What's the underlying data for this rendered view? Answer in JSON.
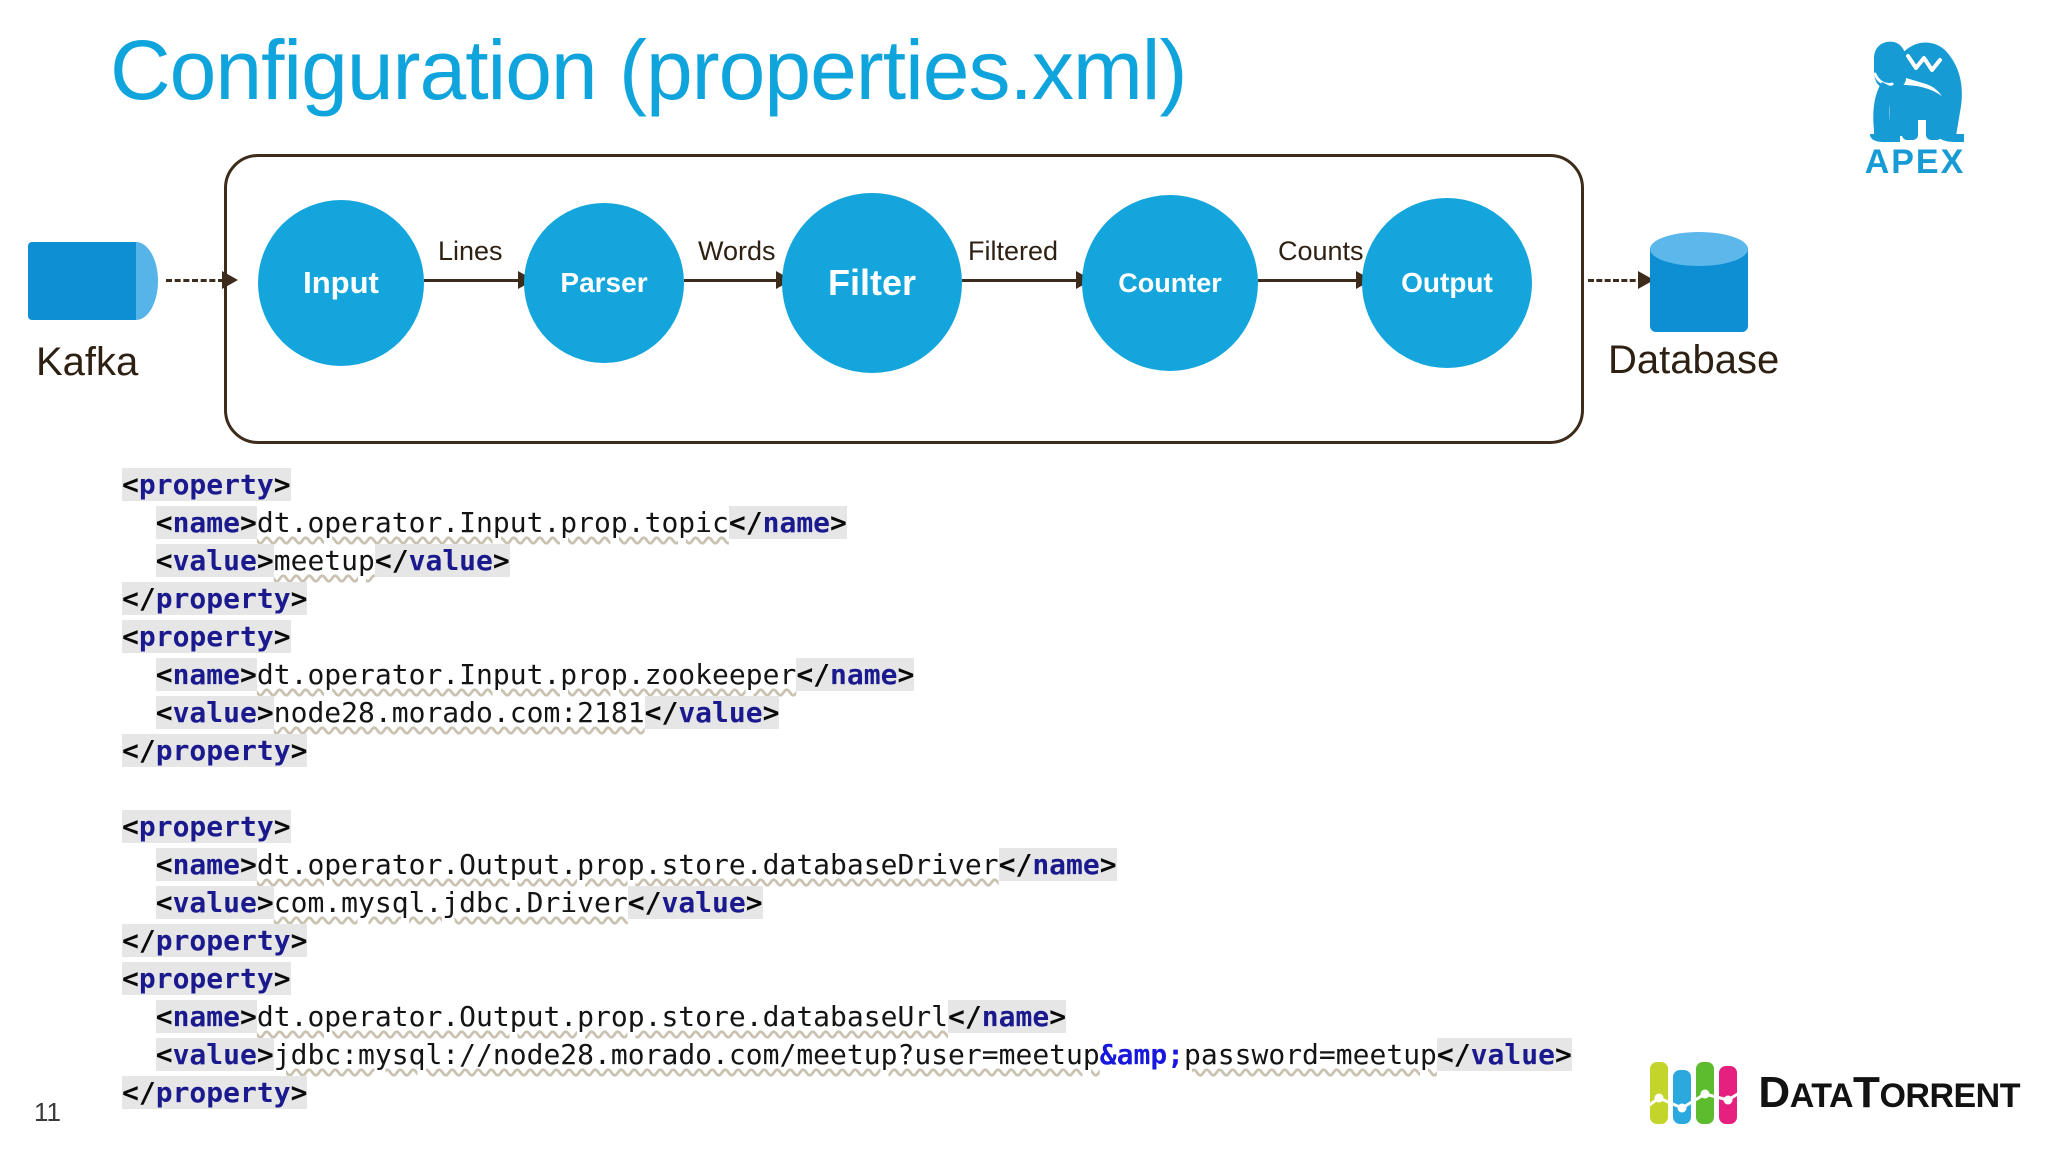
{
  "slide": {
    "title": "Configuration (properties.xml)",
    "page_number": "11",
    "title_color": "#0FA4DC"
  },
  "logo_apex": {
    "wordmark": "APEX",
    "color": "#169BD5",
    "icon": "gorilla-icon"
  },
  "logo_datatorrent": {
    "word_data": "D",
    "word_data_rest": "ATA",
    "word_torrent": "T",
    "word_torrent_rest": "ORRENT",
    "full": "DataTorrent",
    "bar_colors": [
      "#C3D52B",
      "#2BA9DF",
      "#5DBB2E",
      "#E6207F"
    ]
  },
  "diagram": {
    "source": {
      "label": "Kafka",
      "shape": "cylinder-horizontal",
      "color": "#0E8FD4"
    },
    "sink": {
      "label": "Database",
      "shape": "cylinder-vertical",
      "color": "#0E8FD4"
    },
    "node_color": "#13A5DC",
    "border_color": "#3D2B1B",
    "nodes": [
      {
        "label": "Input"
      },
      {
        "label": "Parser"
      },
      {
        "label": "Filter"
      },
      {
        "label": "Counter"
      },
      {
        "label": "Output"
      }
    ],
    "edges": [
      {
        "label": "Lines"
      },
      {
        "label": "Words"
      },
      {
        "label": "Filtered"
      },
      {
        "label": "Counts"
      }
    ]
  },
  "code": {
    "language": "xml",
    "tag_color": "#1A1A8E",
    "entity_color": "#1717DD",
    "highlight_bg": "#E6E6E6",
    "lines": [
      {
        "type": "open",
        "indent": 0,
        "tag": "property"
      },
      {
        "type": "pair",
        "indent": 1,
        "tag": "name",
        "text": "dt.operator.Input.prop.topic"
      },
      {
        "type": "pair",
        "indent": 1,
        "tag": "value",
        "text": "meetup"
      },
      {
        "type": "close",
        "indent": 0,
        "tag": "property"
      },
      {
        "type": "open",
        "indent": 0,
        "tag": "property"
      },
      {
        "type": "pair",
        "indent": 1,
        "tag": "name",
        "text": "dt.operator.Input.prop.zookeeper"
      },
      {
        "type": "pair",
        "indent": 1,
        "tag": "value",
        "text": "node28.morado.com:2181"
      },
      {
        "type": "close",
        "indent": 0,
        "tag": "property"
      },
      {
        "type": "blank"
      },
      {
        "type": "open",
        "indent": 0,
        "tag": "property"
      },
      {
        "type": "pair",
        "indent": 1,
        "tag": "name",
        "text": "dt.operator.Output.prop.store.databaseDriver"
      },
      {
        "type": "pair",
        "indent": 1,
        "tag": "value",
        "text": "com.mysql.jdbc.Driver"
      },
      {
        "type": "close",
        "indent": 0,
        "tag": "property"
      },
      {
        "type": "open",
        "indent": 0,
        "tag": "property"
      },
      {
        "type": "pair",
        "indent": 1,
        "tag": "name",
        "text": "dt.operator.Output.prop.store.databaseUrl"
      },
      {
        "type": "pair",
        "indent": 1,
        "tag": "value",
        "text": "jdbc:mysql://node28.morado.com/meetup?user=meetup",
        "entity": "&amp;",
        "text2": "password=meetup"
      },
      {
        "type": "close",
        "indent": 0,
        "tag": "property"
      }
    ]
  }
}
